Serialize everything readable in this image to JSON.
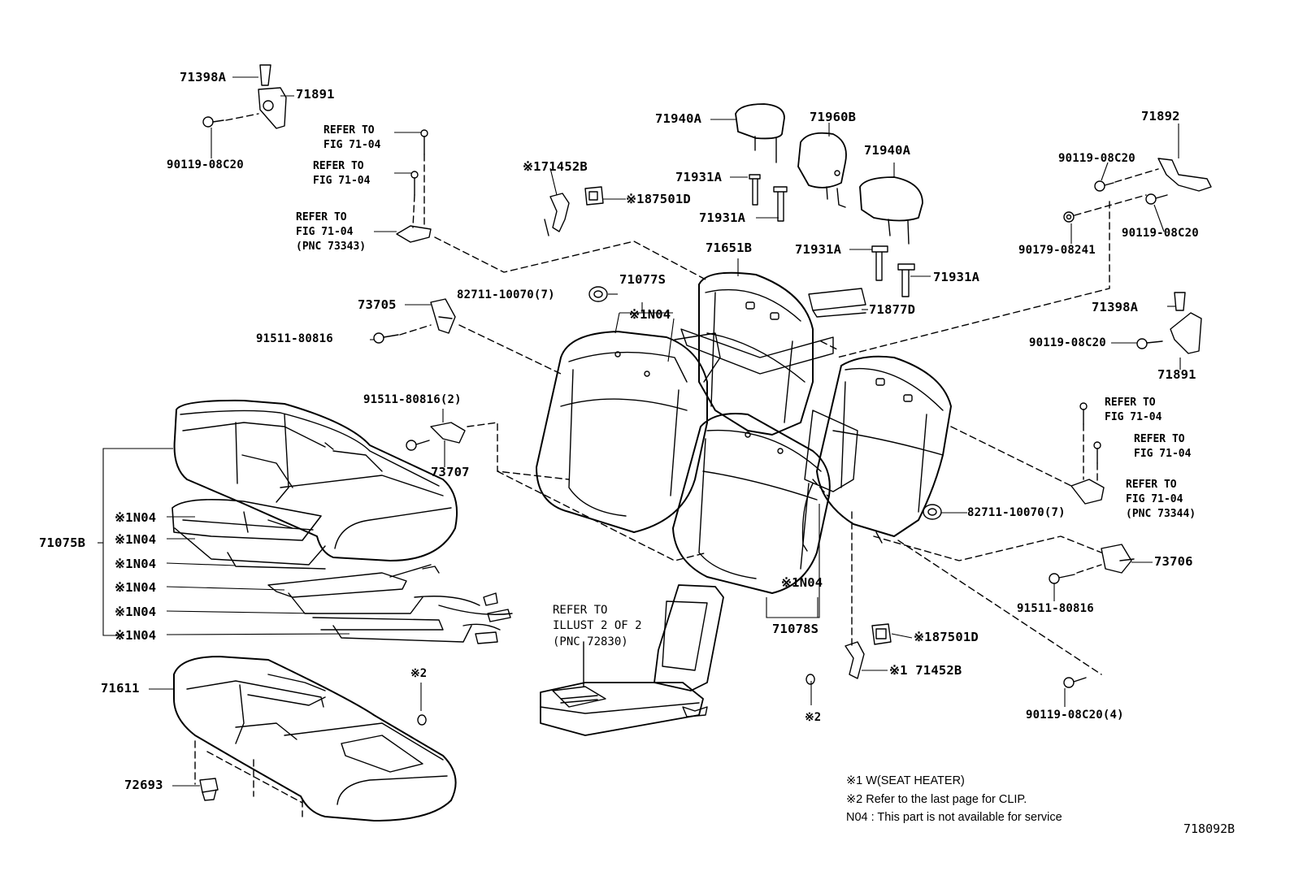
{
  "labels": {
    "p71398A_top": "71398A",
    "p71891_top": "71891",
    "p90119_top": "90119-08C20",
    "p71940A_left": "71940A",
    "p71960B": "71960B",
    "p71940A_right": "71940A",
    "p71892": "71892",
    "p90119_r1": "90119-08C20",
    "p90119_r2": "90119-08C20",
    "p90179": "90179-08241",
    "p71452B_top": "※171452B",
    "p87501D_top": "※187501D",
    "p71931A_1": "71931A",
    "p71931A_2": "71931A",
    "p71931A_3": "71931A",
    "p71931A_4": "71931A",
    "p71651B": "71651B",
    "p71877D": "71877D",
    "p71398A_right": "71398A",
    "p90119_r3": "90119-08C20",
    "p71891_right": "71891",
    "p73705": "73705",
    "p82711_top": "82711-10070(7)",
    "p71077S": "71077S",
    "pN04_back": "※1N04",
    "p91511_left": "91511-80816",
    "p91511_2": "91511-80816(2)",
    "p73707": "73707",
    "p71075B": "71075B",
    "pN04_1": "※1N04",
    "pN04_2": "※1N04",
    "pN04_3": "※1N04",
    "pN04_4": "※1N04",
    "pN04_5": "※1N04",
    "pN04_6": "※1N04",
    "p82711_right": "82711-10070(7)",
    "p73706": "73706",
    "p91511_right": "91511-80816",
    "pN04_71078": "※1N04",
    "p71078S": "71078S",
    "p87501D_low": "※187501D",
    "p71452B_low": "※1 71452B",
    "p90119_4": "90119-08C20(4)",
    "p71611": "71611",
    "p72693": "72693"
  },
  "refs": {
    "ref_a": [
      "REFER TO",
      "FIG 71-04"
    ],
    "ref_b": [
      "REFER TO",
      "FIG 71-04"
    ],
    "ref_c": [
      "REFER TO",
      "FIG 71-04",
      "(PNC 73343)"
    ],
    "ref_d": [
      "REFER TO",
      "FIG 71-04"
    ],
    "ref_e": [
      "REFER TO",
      "FIG 71-04"
    ],
    "ref_f": [
      "REFER TO",
      "FIG 71-04",
      "(PNC 73344)"
    ],
    "ref_illust": [
      "REFER TO",
      "ILLUST 2 OF 2",
      "(PNC 72830)"
    ]
  },
  "clip_marks": {
    "left": "※2",
    "right": "※2"
  },
  "legend": {
    "note1": "※1  W(SEAT  HEATER)",
    "note2": "※2   Refer to the last page for CLIP.",
    "note3": "N04 : This part is not available for service"
  },
  "figure_code": "718092B",
  "colors": {
    "ink": "#000000",
    "paper": "#ffffff"
  }
}
